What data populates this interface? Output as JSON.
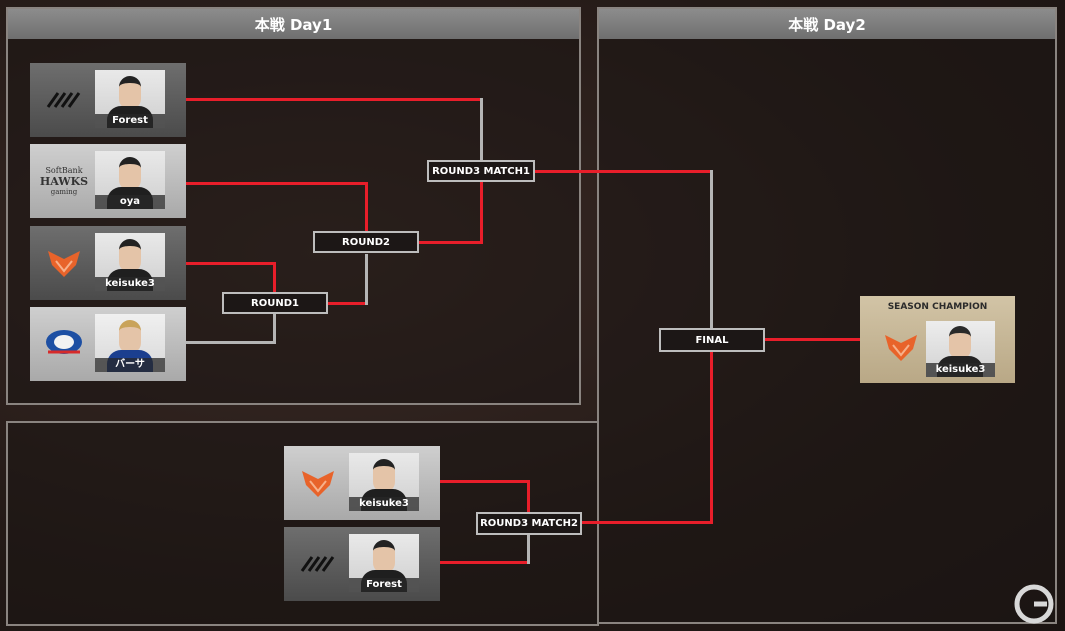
{
  "day1": {
    "title": "本戦 Day1"
  },
  "day2": {
    "title": "本戦 Day2"
  },
  "players": {
    "forest": "Forest",
    "oya": "oya",
    "keisuke3": "keisuke3",
    "baasa": "バーサ"
  },
  "logos": {
    "hawks_line1": "SoftBank",
    "hawks_line2": "HAWKS",
    "hawks_line3": "gaming"
  },
  "matches": {
    "round1": "ROUND1",
    "round2": "ROUND2",
    "round3_match1": "ROUND3 MATCH1",
    "round3_match2": "ROUND3 MATCH2",
    "final": "FINAL"
  },
  "champion": {
    "title": "SEASON CHAMPION",
    "name": "keisuke3"
  },
  "colors": {
    "winner_line": "#e81e2a",
    "loser_line": "#b5b5b5",
    "panel_border": "#8a8480"
  }
}
